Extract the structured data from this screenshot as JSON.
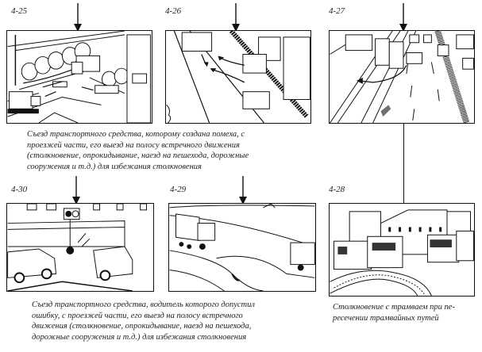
{
  "figures": [
    {
      "id": "4-25",
      "label": "4-25",
      "scene": "intersection with trees, truck, cars swerving off road",
      "arrow": "down-arrow"
    },
    {
      "id": "4-26",
      "label": "4-26",
      "scene": "street with truck leaving roadway onto sidewalk, car and van",
      "arrow": "down-arrow"
    },
    {
      "id": "4-27",
      "label": "4-27",
      "scene": "multi-lane avenue with trams and buses, car turning across tracks",
      "arrow": "down-arrow"
    },
    {
      "id": "4-30",
      "label": "4-30",
      "scene": "intersection with traffic light, pedestrian and cars",
      "arrow": "down-arrow"
    },
    {
      "id": "4-29",
      "label": "4-29",
      "scene": "winding mountain road with truck and bus",
      "arrow": "down-arrow"
    },
    {
      "id": "4-28",
      "label": "4-28",
      "scene": "trams crossing curved tracks, truck near buildings",
      "arrow": "connector-line"
    }
  ],
  "captions": {
    "top_left": "Съезд транспортного средства, которому создана помеха, с проезжей части, его выезд на полосу встречного движения (столкновение, опрокидывание, наезд на пешехода, дорожные сооружения и т.д.) для избежания столкновения",
    "bottom_left": "Съезд транспортного средства, водитель которого допустил ошибку, с проезжей части, его выезд на полосу встречного движения (столкновение, опрокидывание, наезд на пешехода, дорожные сооружения и т.д.) для избежания столкновения",
    "bottom_right": "Столкновение с трамваем при пересечении трамвайных путей"
  },
  "caption_lines": {
    "top_left": [
      "Съезд транспортного средства, которому создана помеха, с",
      "проезжей части, его выезд на полосу встречного движения",
      "(столкновение, опрокидывание, наезд на пешехода, дорожные",
      "сооружения и т.д.) для избежания столкновения"
    ],
    "bottom_left": [
      "Съезд транспортного средства, водитель которого допустил",
      "ошибку, с проезжей части, его выезд на полосу встречного",
      "движения (столкновение, опрокидывание, наезд на пешехода,",
      "дорожные сооружения и т.д.) для избежания столкновения"
    ],
    "bottom_right": [
      "Столкновение с трамваем при пе-",
      "ресечении трамвайных путей"
    ]
  }
}
